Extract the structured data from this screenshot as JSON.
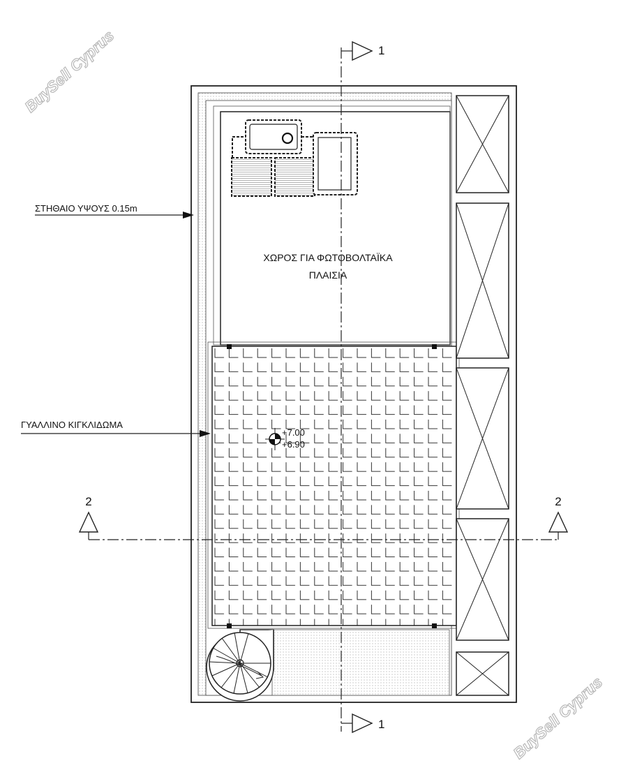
{
  "watermark": {
    "text": "BuySell Cyprus"
  },
  "labels": {
    "parapet": "ΣΤΗΘΑΙΟ ΥΨΟΥΣ 0.15m",
    "pv_area_line1": "ΧΩΡΟΣ ΓΙΑ ΦΩΤΟΒΟΛΤΑΪΚΑ",
    "pv_area_line2": "ΠΛΑΙΣΙΑ",
    "glass_railing": "ΓΥΑΛΛΙΝΟ ΚΙΓΚΛΙΔΩΜΑ",
    "level_top": "+7.00",
    "level_bottom": "+6.90"
  },
  "section_marks": {
    "section1_top": "1",
    "section1_bottom": "1",
    "section2_left": "2",
    "section2_right": "2"
  }
}
